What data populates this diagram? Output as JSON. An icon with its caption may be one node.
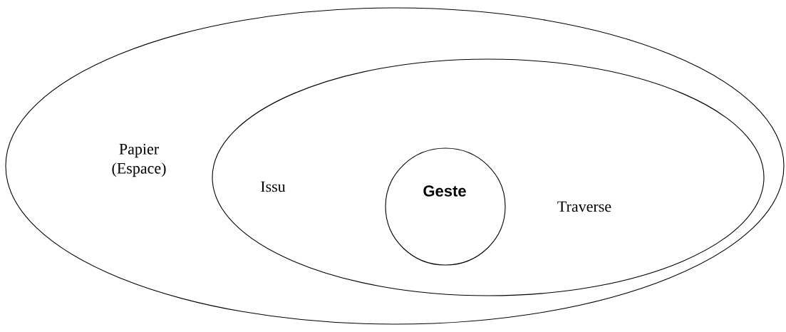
{
  "diagram": {
    "nodes": [
      {
        "text": [
          "Papier (Espace)"
        ]
      },
      {
        "text": [
          "Issu",
          "Traverse"
        ],
        "in": 0
      },
      {
        "text": [
          "Geste"
        ],
        "in": 1
      }
    ]
  }
}
